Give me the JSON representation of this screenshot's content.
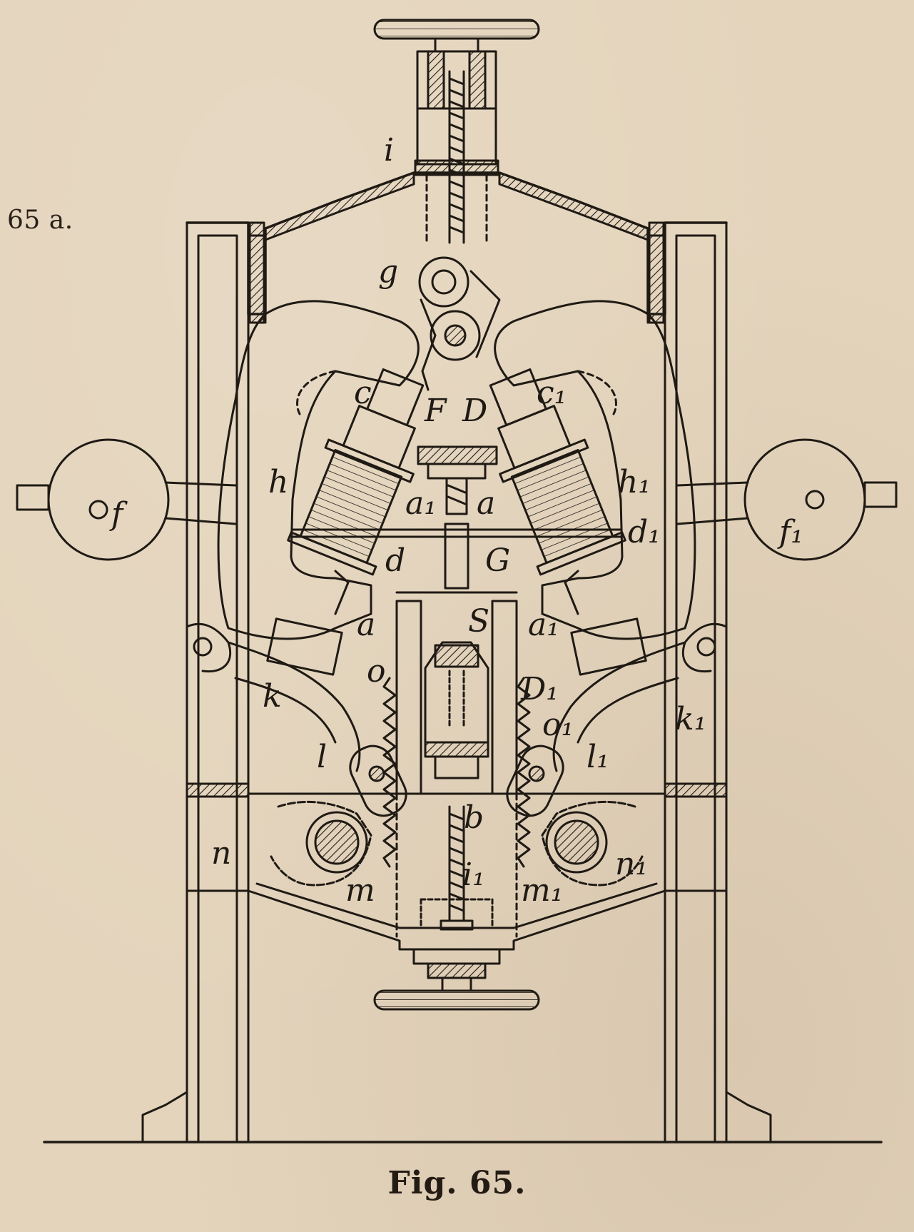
{
  "figure": {
    "label_number": "65 a.",
    "caption": "Fig. 65."
  },
  "labels": {
    "i": "i",
    "g": "g",
    "c_left": "c",
    "c_right": "c₁",
    "F": "F",
    "D": "D",
    "h_left": "h",
    "h_right": "h₁",
    "f_left": "f",
    "f_right": "f₁",
    "a_center_left": "a₁",
    "a_center_right": "a",
    "d_left": "d",
    "d_right": "d₁",
    "G": "G",
    "a_lower_left": "a",
    "a_lower_right": "a₁",
    "S": "S",
    "o_left": "o",
    "o_right": "o₁",
    "D1": "D₁",
    "k_left": "k",
    "k_right": "k₁",
    "l_left": "l",
    "l_right": "l₁",
    "b": "b",
    "n_left": "n",
    "n_right": "n₁",
    "m_left": "m",
    "m_right": "m₁",
    "i1": "i₁"
  },
  "colors": {
    "ink": "#1f1a14",
    "paper": "#e4d4bc"
  }
}
